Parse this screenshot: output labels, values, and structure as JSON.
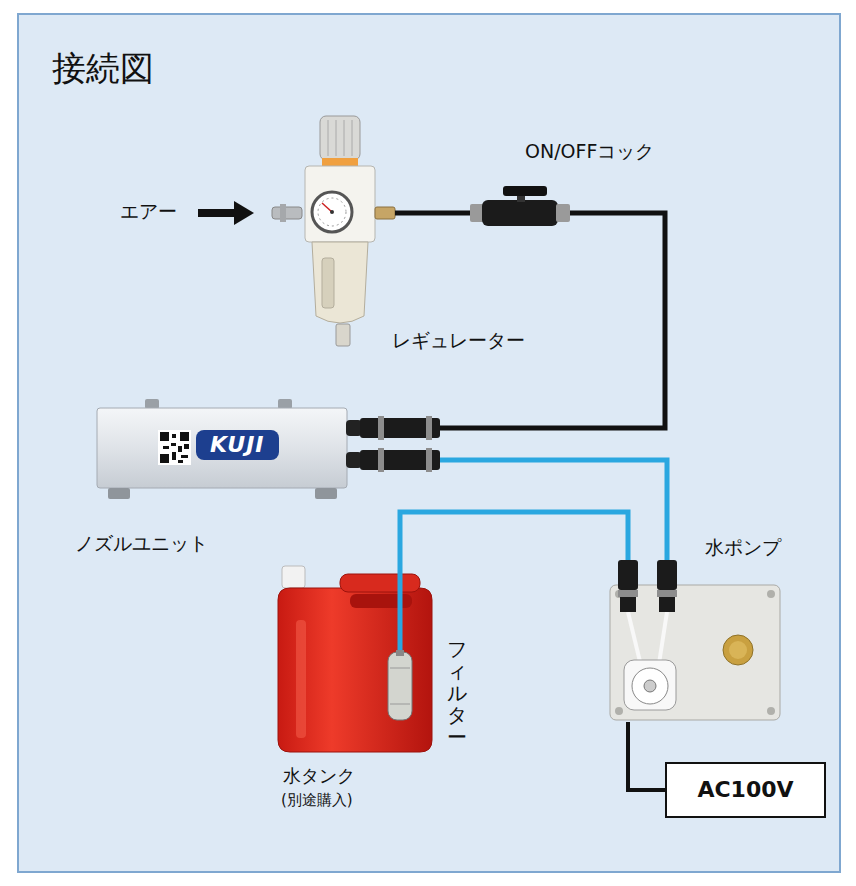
{
  "diagram": {
    "title": "接続図",
    "nodes": [
      {
        "text": [
          "レギュレーター"
        ]
      },
      {
        "text": [
          "ON/OFFコック"
        ]
      },
      {
        "text": [
          "KUJI",
          "ノズルユニット"
        ]
      },
      {
        "text": [
          "水ポンプ"
        ]
      },
      {
        "text": [
          "水タンク",
          "(別途購入)"
        ]
      },
      {
        "text": [
          "フィルター"
        ],
        "in": 4
      },
      {
        "text": [
          "AC100V"
        ]
      }
    ],
    "edges": [
      {
        "from": 0,
        "to": 1,
        "arrow": "none"
      },
      {
        "from": 1,
        "to": 2,
        "arrow": "none"
      },
      {
        "from": 5,
        "to": 3,
        "arrow": "none"
      },
      {
        "from": 3,
        "to": 2,
        "arrow": "none"
      },
      {
        "from": 3,
        "to": 6,
        "arrow": "none"
      }
    ],
    "labels": [
      "エアー"
    ]
  }
}
